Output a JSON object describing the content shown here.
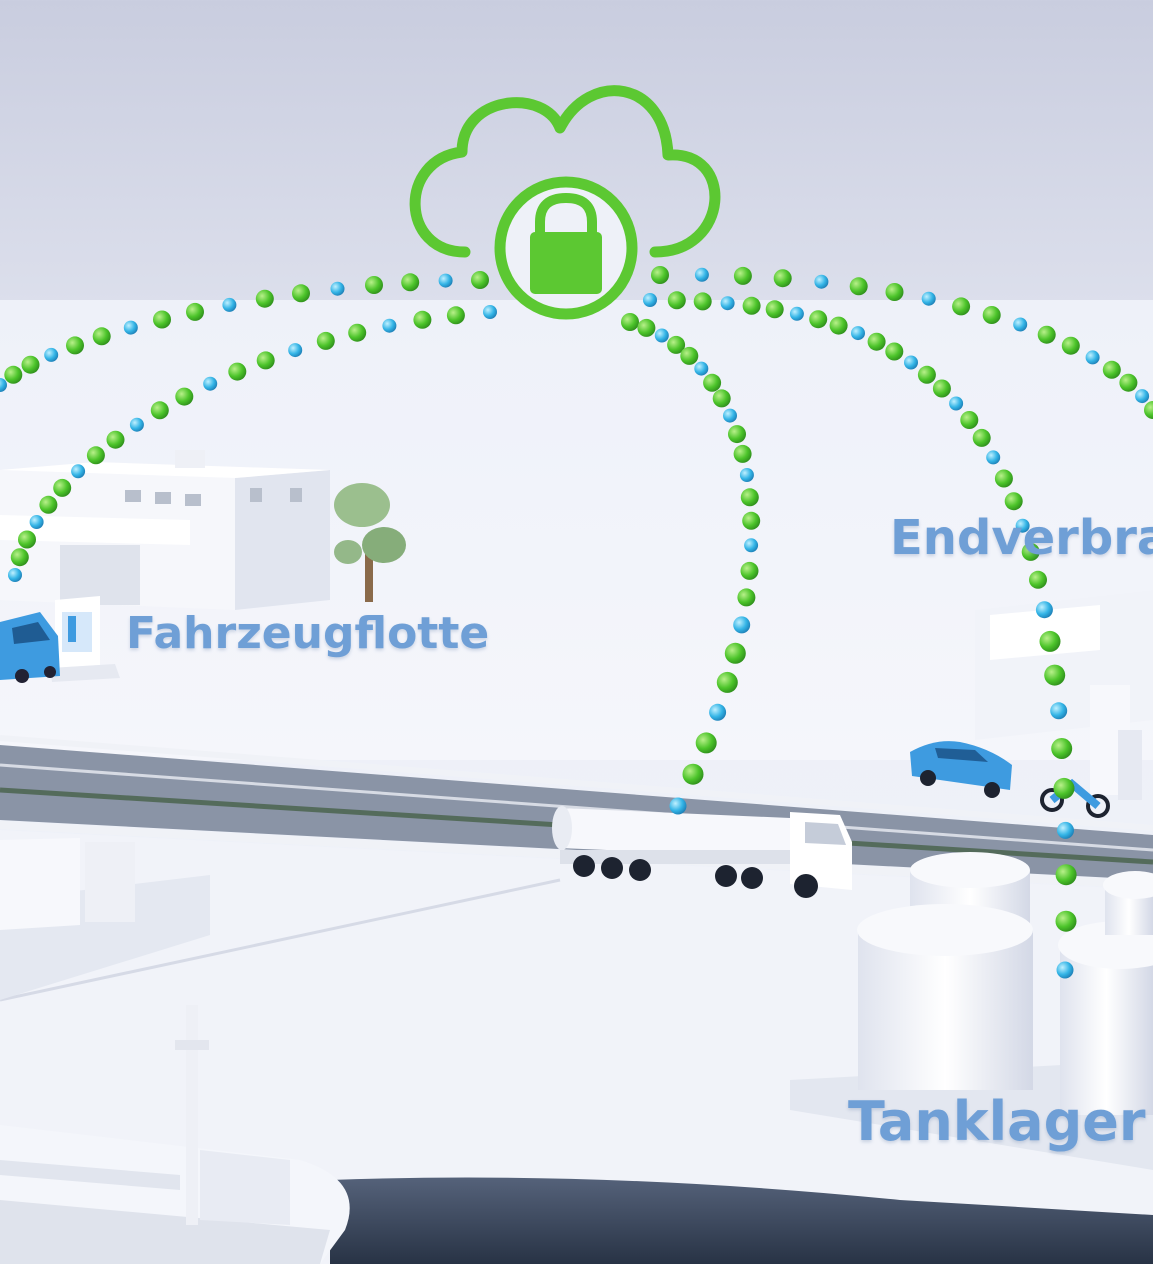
{
  "labels": {
    "fleet": "Fahrzeugflotte",
    "consumers": "Endverbra",
    "tank_storage": "Tanklager"
  },
  "icons": {
    "cloud": "cloud-icon",
    "lock": "padlock-icon"
  },
  "colors": {
    "accent_green": "#5cc832",
    "node_blue": "#3fb6e8",
    "label_blue": "#6f9fd6",
    "vehicle_blue": "#3e9be0",
    "water": "#3c4a60"
  }
}
